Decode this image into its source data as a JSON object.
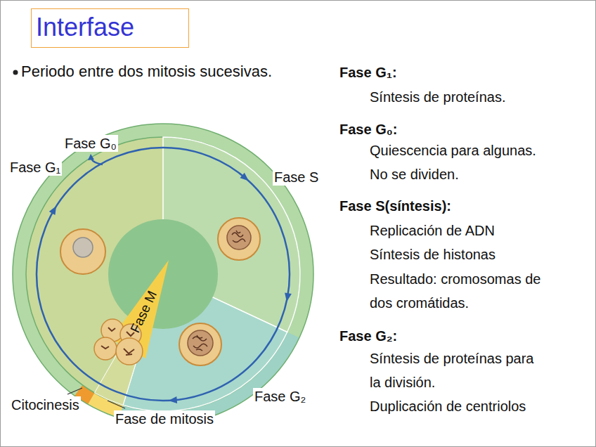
{
  "diagram": {
    "title": "Interfase",
    "labels": [
      "Periodo entre dos mitosis sucesivas.",
      "Fase G₀",
      "Fase G₁",
      "Fase S",
      "Fase M",
      "Citocinesis",
      "Fase G₂",
      "Fase de mitosis",
      "Fase G₁:",
      "Síntesis de proteínas.",
      "Fase G₀:",
      "Quiescencia para algunas.",
      "No se dividen.",
      "Fase S(síntesis):",
      "Replicación de ADN",
      "Síntesis de histonas",
      "Resultado: cromosomas de dos cromátidas.",
      "Fase G₂:",
      "Síntesis de proteínas para la división.",
      "Duplicación de centriolos"
    ]
  }
}
